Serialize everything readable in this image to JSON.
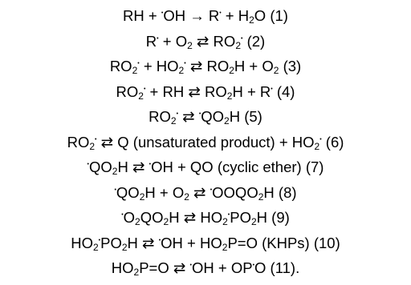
{
  "reactions": [
    "RH + ˙OH → R˙ + H₂O (1)",
    "R˙ + O₂ ⇄ RO₂˙ (2)",
    "RO₂˙ + HO₂˙ ⇄ RO₂H + O₂ (3)",
    "RO₂˙ + RH ⇄ RO₂H + R˙ (4)",
    "RO₂˙ ⇄ ˙QO₂H (5)",
    "RO₂˙ ⇄ Q (unsaturated product) + HO₂˙ (6)",
    "˙QO₂H ⇄ ˙OH + QO (cyclic ether) (7)",
    "˙QO₂H + O₂ ⇄ ˙OOQO₂H (8)",
    "˙O₂QO₂H ⇄ HO₂˙PO₂H (9)",
    "HO₂˙PO₂H ⇄ ˙OH + HO₂P=O (KHPs) (10)",
    "HO₂P=O ⇄ ˙OH + OP˙O (11)."
  ]
}
